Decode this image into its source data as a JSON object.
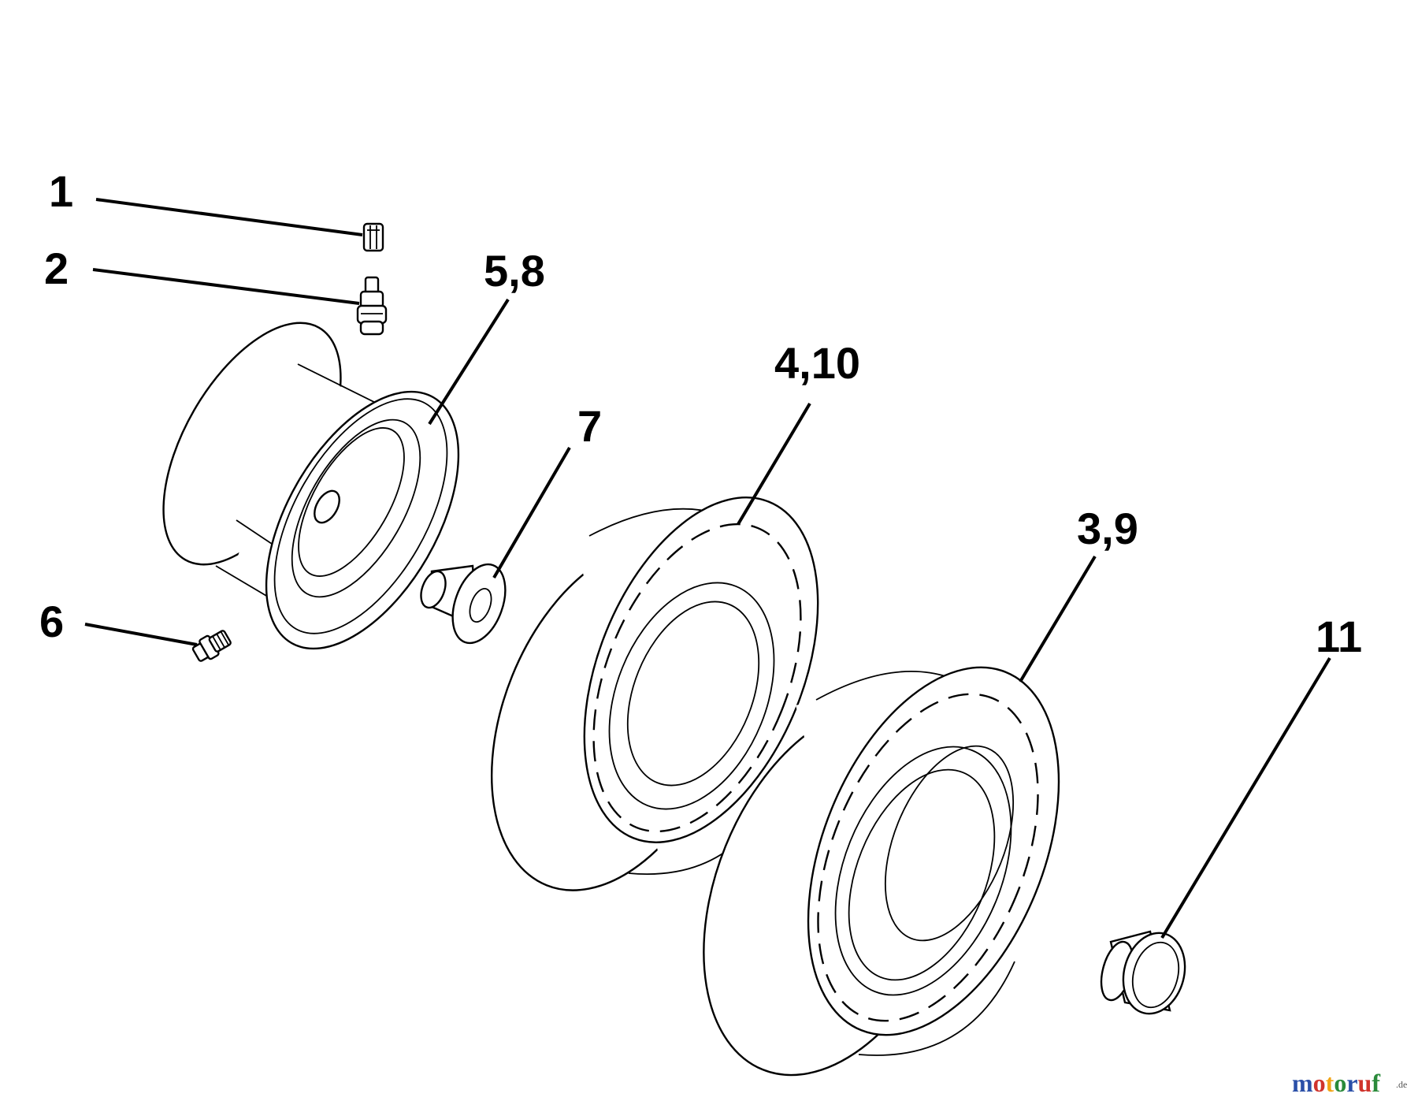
{
  "callouts": {
    "c1": "1",
    "c2": "2",
    "c3": "5,8",
    "c4": "6",
    "c5": "7",
    "c6": "4,10",
    "c7": "3,9",
    "c8": "11"
  },
  "watermark": {
    "text": "motoruf",
    "suffix": ".de",
    "colors": [
      "#2a4fa8",
      "#d0342c",
      "#f2a516",
      "#2a8a3a",
      "#2a4fa8",
      "#d0342c",
      "#2a8a3a"
    ]
  },
  "parts": [
    "valve-cap",
    "valve-stem",
    "wheel-rim",
    "grease-fitting",
    "bushing",
    "tire-front",
    "tire-rear",
    "hub-cap"
  ]
}
